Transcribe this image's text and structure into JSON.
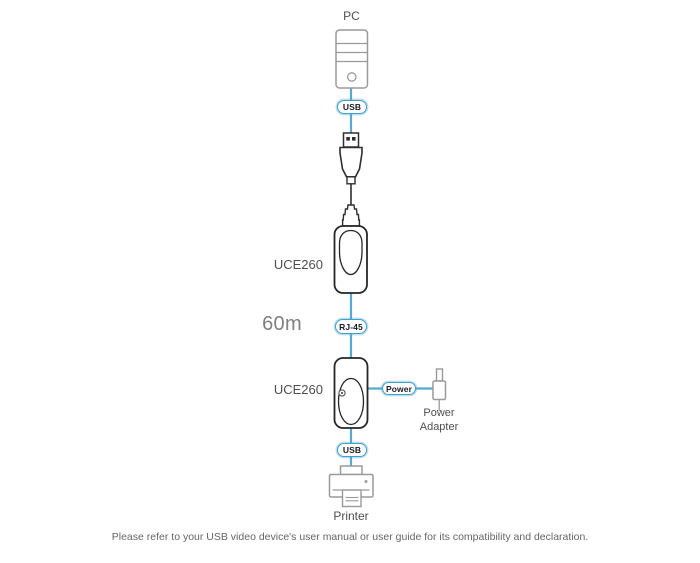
{
  "diagram": {
    "pc_label": "PC",
    "extender_top_label": "UCE260",
    "extender_bottom_label": "UCE260",
    "distance_label": "60m",
    "power_adapter_label": "Power Adapter",
    "printer_label": "Printer",
    "badges": {
      "usb_top": "USB",
      "rj45": "RJ-45",
      "power": "Power",
      "usb_bottom": "USB"
    },
    "footnote": "Please refer to your USB video device's user manual or user guide for its compatibility and declaration.",
    "colors": {
      "cable_blue": "#56a9d1",
      "badge_border_blue": "#3fa0cb",
      "badge_text": "#1a1a24",
      "device_outline": "#262626",
      "peripheral_outline": "#9a9a9a",
      "label_text": "#4f4f4f",
      "distance_text": "#7f7f7f",
      "footnote_text": "#666666"
    }
  }
}
